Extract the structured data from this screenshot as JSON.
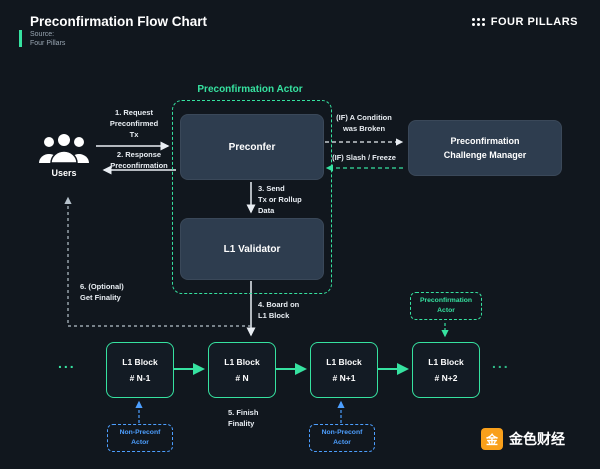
{
  "header": {
    "title": "Preconfirmation Flow Chart",
    "source_label": "Source:",
    "source_name": "Four Pillars"
  },
  "brand": {
    "name": "FOUR PILLARS"
  },
  "group": {
    "label": "Preconfirmation Actor"
  },
  "nodes": {
    "users": {
      "label": "Users"
    },
    "preconfer": {
      "label": "Preconfer"
    },
    "l1_validator": {
      "label": "L1 Validator"
    },
    "challenge_manager": {
      "label": "Preconfirmation\nChallenge Manager"
    }
  },
  "edges": {
    "request": "1. Request\nPreconfirmed\nTx",
    "response": "2. Response\nPreconfirmation",
    "send": "3. Send\nTx or Rollup\nData",
    "board": "4. Board on\nL1 Block",
    "finish": "5. Finish\nFinality",
    "finality": "6. (Optional)\nGet Finality",
    "condition": "(IF) A Condition\nwas Broken",
    "slash": "(IF) Slash / Freeze"
  },
  "blocks": [
    "L1 Block\n# N-1",
    "L1 Block\n# N",
    "L1 Block\n# N+1",
    "L1 Block\n# N+2"
  ],
  "tags": {
    "preconf": "Preconfirmation\nActor",
    "non_preconf": "Non-Preconf\nActor"
  },
  "diagram": {
    "ellipsis": "..."
  },
  "footer": {
    "logo_text": "金色财经",
    "logo_glyph": "金"
  },
  "colors": {
    "background": "#11171e",
    "node_bg": "#2e3d4f",
    "accent_green": "#36e2a0",
    "accent_blue": "#4d9fff",
    "logo_orange": "#f9a01b",
    "text": "#ffffff"
  }
}
